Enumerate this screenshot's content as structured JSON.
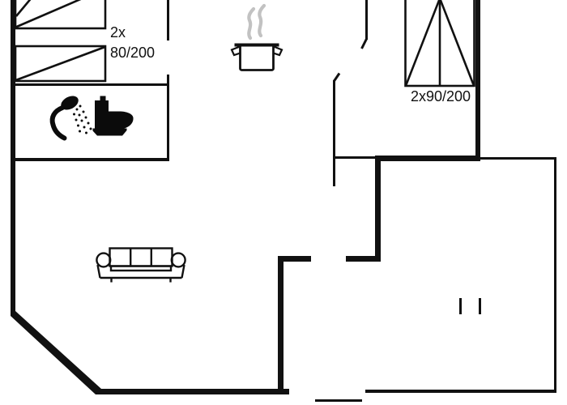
{
  "colors": {
    "wall": "#111111",
    "background": "#ffffff",
    "steam": "#c2c2c2",
    "text": "#111111"
  },
  "labels": {
    "bunk_bed": {
      "line1": "2x",
      "line2": "80/200"
    },
    "double_bed": {
      "text": "2x90/200"
    }
  },
  "icons": [
    {
      "name": "single-bed-icon",
      "count": 2
    },
    {
      "name": "shower-icon",
      "count": 1
    },
    {
      "name": "toilet-icon",
      "count": 1
    },
    {
      "name": "stove-pot-icon",
      "count": 1
    },
    {
      "name": "steam-icon",
      "count": 1
    },
    {
      "name": "double-bed-icon",
      "count": 1
    },
    {
      "name": "sofa-icon",
      "count": 1
    },
    {
      "name": "door-marks",
      "count": 2
    }
  ]
}
